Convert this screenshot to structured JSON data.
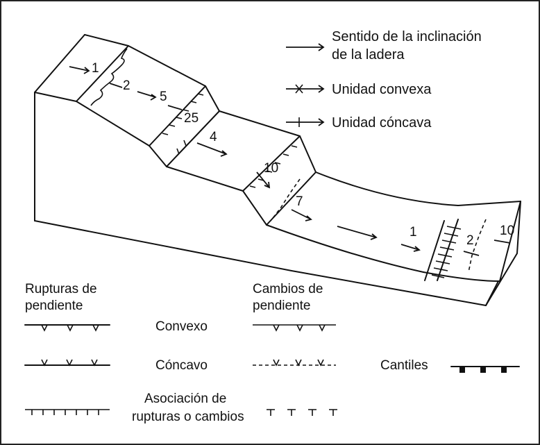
{
  "legend_top": {
    "slope_direction": [
      "Sentido de la inclinación",
      "de la ladera"
    ],
    "convex_unit": "Unidad convexa",
    "concave_unit": "Unidad cóncava"
  },
  "slope_values": [
    "1",
    "2",
    "5",
    "25",
    "4",
    "10",
    "7",
    "1",
    "2",
    "10"
  ],
  "legend_bottom": {
    "breaks_header": [
      "Rupturas de",
      "pendiente"
    ],
    "changes_header": [
      "Cambios de",
      "pendiente"
    ],
    "convex": "Convexo",
    "concave": "Cóncavo",
    "association": [
      "Asociación de",
      "rupturas o cambios"
    ],
    "cliffs": "Cantiles"
  }
}
